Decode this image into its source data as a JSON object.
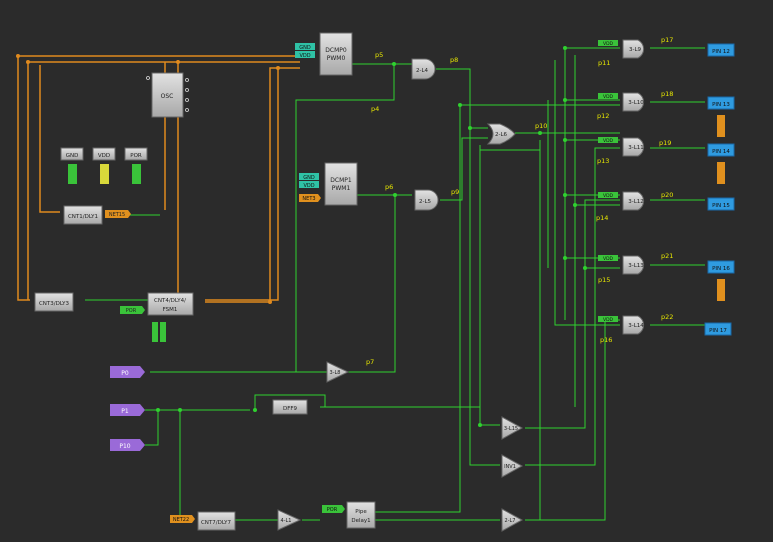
{
  "colors": {
    "background": "#2b2b2b",
    "wire_green": "#2fd12f",
    "wire_orange": "#e08a1e",
    "block_fill": "#c8c8c8",
    "pin_blue": "#2f9be0",
    "input_purple": "#9a6ad8",
    "tag_green": "#3ac33a",
    "tag_orange": "#e0901e",
    "net_label": "#e8e800"
  },
  "blocks": {
    "osc": "OSC",
    "gnd": "GND",
    "vdd": "VDD",
    "por": "POR",
    "dcmp0_line1": "DCMP0",
    "dcmp0_line2": "PWM0",
    "dcmp1_line1": "DCMP1",
    "dcmp1_line2": "PWM1",
    "cnt1": "CNT1/DLY1",
    "cnt3": "CNT3/DLY3",
    "cnt4_line1": "CNT4/DLY4/",
    "cnt4_line2": "FSM1",
    "cnt7": "CNT7/DLY7",
    "dff9": "DFF9",
    "pipe_line1": "Pipe",
    "pipe_line2": "Delay1"
  },
  "gates": {
    "l4": "2-L4",
    "l5": "2-L5",
    "l6": "2-L6",
    "l7": "2-L7",
    "l1": "4-L1",
    "l8": "3-L8",
    "l9": "3-L9",
    "l10": "3-L10",
    "l11": "3-L11",
    "l12": "3-L12",
    "l13": "3-L13",
    "l14": "3-L14",
    "l15": "3-L15",
    "inv1": "INV1"
  },
  "pins": {
    "pin12": "PIN 12",
    "pin13": "PIN 13",
    "pin14": "PIN 14",
    "pin15": "PIN 15",
    "pin16": "PIN 16",
    "pin17": "PIN 17"
  },
  "inputs": {
    "p0": "P0",
    "p1": "P1",
    "p10": "P10"
  },
  "tags": {
    "gnd": "GND",
    "vdd": "VDD",
    "por": "POR",
    "net3": "NET3",
    "net15": "NET15",
    "net22": "NET22"
  },
  "nets": {
    "p4": "p4",
    "p5": "p5",
    "p6": "p6",
    "p7": "p7",
    "p8": "p8",
    "p9": "p9",
    "p10": "p10",
    "p11": "p11",
    "p12": "p12",
    "p13": "p13",
    "p14": "p14",
    "p15": "p15",
    "p16": "p16",
    "p17": "p17",
    "p18": "p18",
    "p19": "p19",
    "p20": "p20",
    "p21": "p21",
    "p22": "p22"
  }
}
